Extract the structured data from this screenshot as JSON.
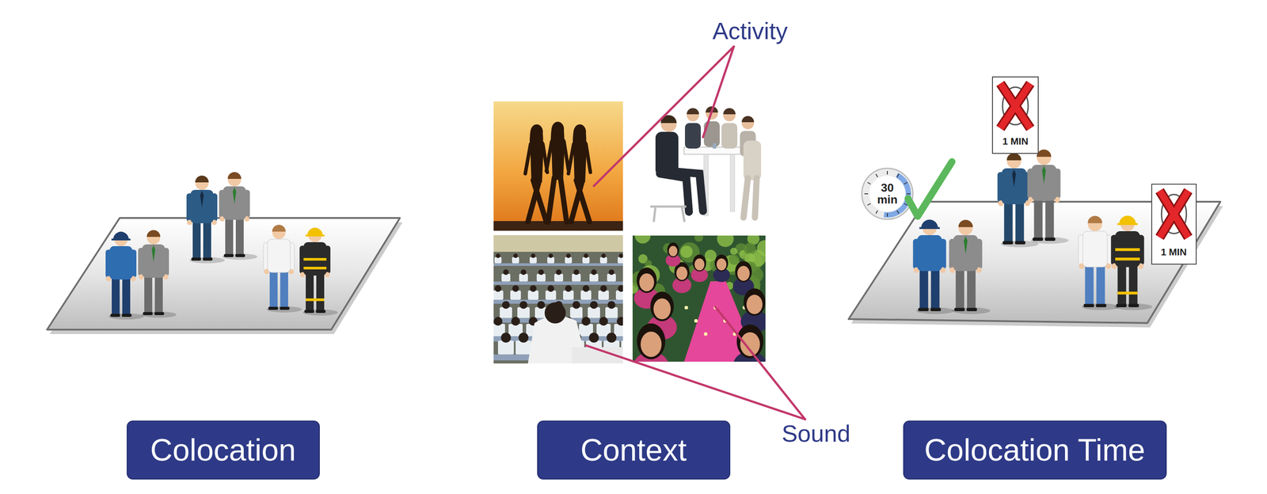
{
  "diagram": {
    "nodes": [
      {
        "text": [
          "Colocation"
        ]
      },
      {
        "text": [
          "Context"
        ]
      },
      {
        "text": [
          "Colocation Time"
        ]
      }
    ],
    "labels": [
      "Activity",
      "Sound",
      "30 min",
      "1 MIN",
      "1 MIN"
    ]
  }
}
